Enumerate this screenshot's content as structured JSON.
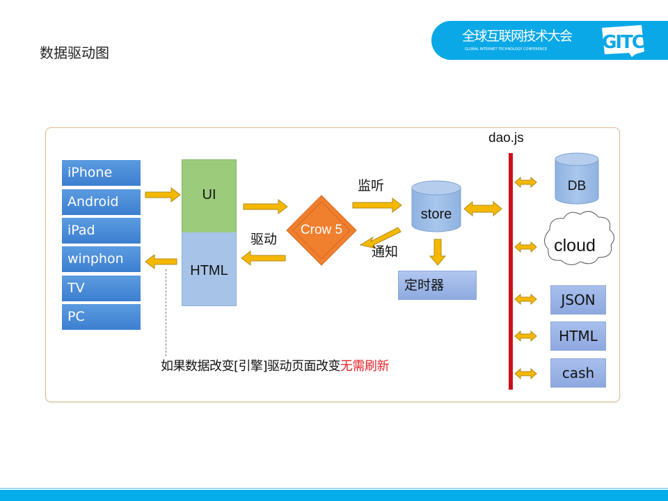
{
  "slide": {
    "title": "数据驱动图"
  },
  "banner": {
    "name_cn": "全球互联网技术大会",
    "name_en": "GLOBAL INTERNET TECHNOLOGY CONFERENCE",
    "logo": "GITC"
  },
  "diagram": {
    "devices": [
      "iPhone",
      "Android",
      "iPad",
      "winphon",
      "TV",
      "PC"
    ],
    "ui_label": "UI",
    "html_label": "HTML",
    "engine_label": "Crow 5",
    "listen_label": "监听",
    "drive_label": "驱动",
    "notify_label": "通知",
    "store_label": "store",
    "timer_label": "定时器",
    "dao_label": "dao.js",
    "db_label": "DB",
    "cloud_label": "cloud",
    "sources": [
      "JSON",
      "HTML",
      "cash"
    ],
    "caption_main": "如果数据改变[引擎]驱动页面改变",
    "caption_highlight": "无需刷新"
  },
  "colors": {
    "banner": "#0aa8e6",
    "device_blue": "#4a8ed8",
    "ui_green": "#9bcb7b",
    "html_blue": "#a7c4e8",
    "engine_orange": "#f07f2e",
    "arrow_yellow": "#f5b800",
    "dao_red": "#c8101a",
    "highlight_red": "#e0262c"
  }
}
